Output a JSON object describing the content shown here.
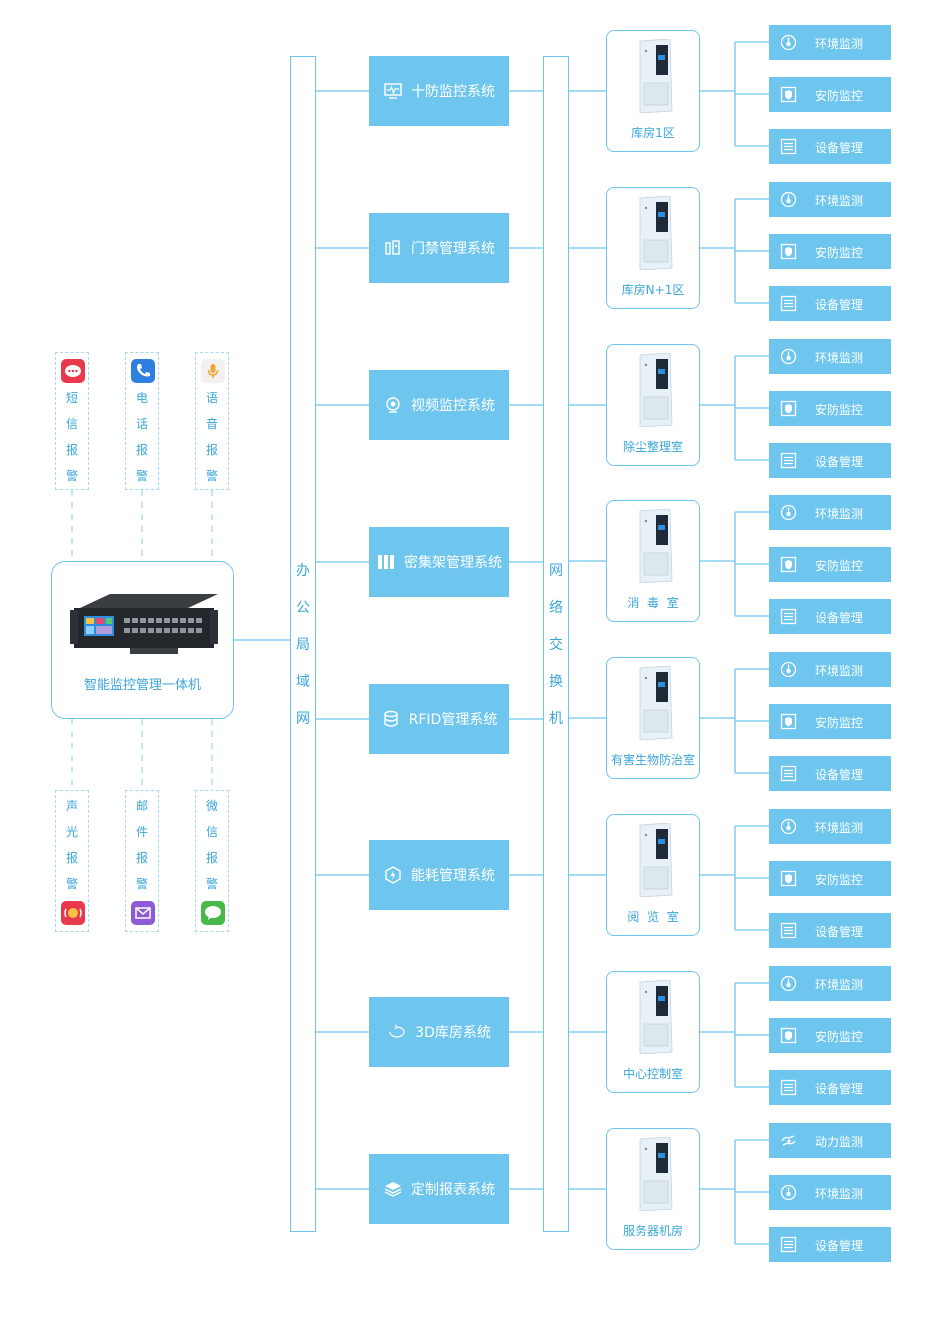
{
  "main_device": {
    "label": "智能监控管理一体机"
  },
  "alerts_top": [
    {
      "chars": [
        "短",
        "信",
        "报",
        "警"
      ],
      "icon": "sms-icon",
      "color": "#e8394d"
    },
    {
      "chars": [
        "电",
        "话",
        "报",
        "警"
      ],
      "icon": "phone-icon",
      "color": "#2f7fe0"
    },
    {
      "chars": [
        "语",
        "音",
        "报",
        "警"
      ],
      "icon": "microphone-icon",
      "color": "#f2a33a"
    }
  ],
  "alerts_bottom": [
    {
      "chars": [
        "声",
        "光",
        "报",
        "警"
      ],
      "icon": "siren-icon",
      "color": "#e8394d"
    },
    {
      "chars": [
        "邮",
        "件",
        "报",
        "警"
      ],
      "icon": "mail-icon",
      "color": "#8e5bd6"
    },
    {
      "chars": [
        "微",
        "信",
        "报",
        "警"
      ],
      "icon": "wechat-icon",
      "color": "#47b94a"
    }
  ],
  "lan_bar": {
    "chars": [
      "办",
      "公",
      "局",
      "域",
      "网"
    ]
  },
  "switch_bar": {
    "chars": [
      "网",
      "络",
      "交",
      "换",
      "机"
    ]
  },
  "systems": [
    {
      "label": "十防监控系统",
      "icon": "monitor-icon"
    },
    {
      "label": "门禁管理系统",
      "icon": "door-access-icon"
    },
    {
      "label": "视频监控系统",
      "icon": "camera-icon"
    },
    {
      "label": "密集架管理系统",
      "icon": "shelf-icon"
    },
    {
      "label": "RFID管理系统",
      "icon": "database-icon"
    },
    {
      "label": "能耗管理系统",
      "icon": "energy-icon"
    },
    {
      "label": "3D库房系统",
      "icon": "3d-icon"
    },
    {
      "label": "定制报表系统",
      "icon": "layers-icon"
    }
  ],
  "rooms": [
    {
      "label": "库房1区",
      "functions": [
        "环境监测",
        "安防监控",
        "设备管理"
      ]
    },
    {
      "label": "库房N+1区",
      "functions": [
        "环境监测",
        "安防监控",
        "设备管理"
      ]
    },
    {
      "label": "除尘整理室",
      "functions": [
        "环境监测",
        "安防监控",
        "设备管理"
      ]
    },
    {
      "label": "消  毒  室",
      "functions": [
        "环境监测",
        "安防监控",
        "设备管理"
      ]
    },
    {
      "label": "有害生物防治室",
      "functions": [
        "环境监测",
        "安防监控",
        "设备管理"
      ]
    },
    {
      "label": "阅  览  室",
      "functions": [
        "环境监测",
        "安防监控",
        "设备管理"
      ]
    },
    {
      "label": "中心控制室",
      "functions": [
        "环境监测",
        "安防监控",
        "设备管理"
      ]
    },
    {
      "label": "服务器机房",
      "functions": [
        "动力监测",
        "环境监测",
        "设备管理"
      ]
    }
  ],
  "colors": {
    "accent": "#6ec6ef",
    "text": "#3aa6d8"
  }
}
